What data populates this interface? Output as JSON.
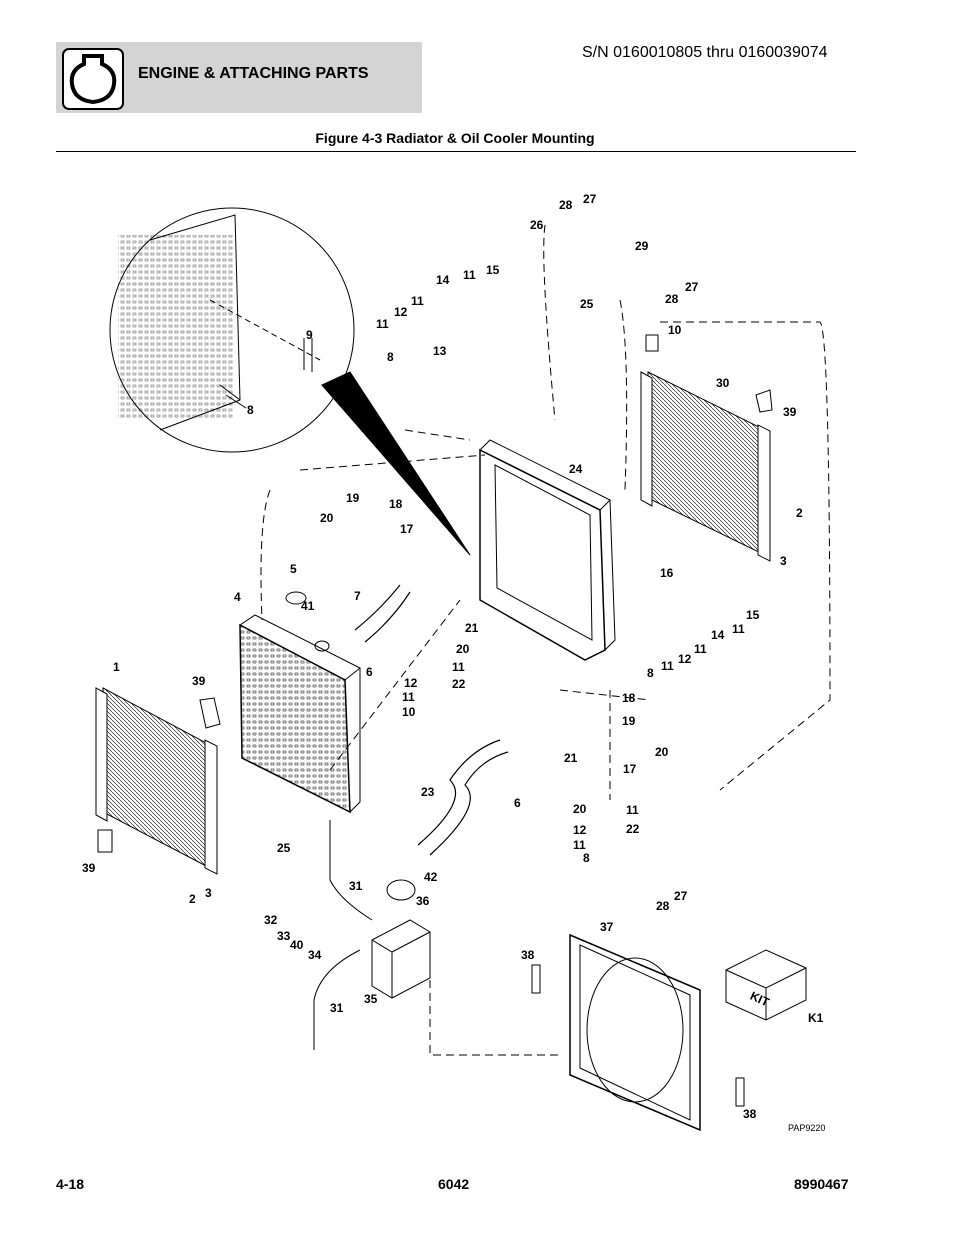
{
  "header": {
    "section_title": "ENGINE & ATTACHING PARTS",
    "serial_range": "S/N 0160010805 thru 0160039074",
    "icon": "engine-icon"
  },
  "figure": {
    "title": "Figure 4-3 Radiator & Oil Cooler Mounting",
    "drawing_number": "PAP9220",
    "kit_label": "KIT"
  },
  "callouts": [
    {
      "label": "28"
    },
    {
      "label": "27"
    },
    {
      "label": "26"
    },
    {
      "label": "29"
    },
    {
      "label": "27"
    },
    {
      "label": "28"
    },
    {
      "label": "25"
    },
    {
      "label": "14"
    },
    {
      "label": "11"
    },
    {
      "label": "15"
    },
    {
      "label": "11"
    },
    {
      "label": "12"
    },
    {
      "label": "11"
    },
    {
      "label": "8"
    },
    {
      "label": "13"
    },
    {
      "label": "10"
    },
    {
      "label": "30"
    },
    {
      "label": "39"
    },
    {
      "label": "9"
    },
    {
      "label": "8"
    },
    {
      "label": "24"
    },
    {
      "label": "19"
    },
    {
      "label": "18"
    },
    {
      "label": "20"
    },
    {
      "label": "17"
    },
    {
      "label": "2"
    },
    {
      "label": "3"
    },
    {
      "label": "5"
    },
    {
      "label": "4"
    },
    {
      "label": "41"
    },
    {
      "label": "7"
    },
    {
      "label": "16"
    },
    {
      "label": "15"
    },
    {
      "label": "14"
    },
    {
      "label": "11"
    },
    {
      "label": "11"
    },
    {
      "label": "12"
    },
    {
      "label": "8"
    },
    {
      "label": "11"
    },
    {
      "label": "21"
    },
    {
      "label": "20"
    },
    {
      "label": "6"
    },
    {
      "label": "1"
    },
    {
      "label": "11"
    },
    {
      "label": "39"
    },
    {
      "label": "12"
    },
    {
      "label": "22"
    },
    {
      "label": "11"
    },
    {
      "label": "10"
    },
    {
      "label": "18"
    },
    {
      "label": "19"
    },
    {
      "label": "20"
    },
    {
      "label": "21"
    },
    {
      "label": "17"
    },
    {
      "label": "23"
    },
    {
      "label": "6"
    },
    {
      "label": "20"
    },
    {
      "label": "11"
    },
    {
      "label": "12"
    },
    {
      "label": "22"
    },
    {
      "label": "11"
    },
    {
      "label": "8"
    },
    {
      "label": "25"
    },
    {
      "label": "39"
    },
    {
      "label": "42"
    },
    {
      "label": "2"
    },
    {
      "label": "3"
    },
    {
      "label": "31"
    },
    {
      "label": "36"
    },
    {
      "label": "27"
    },
    {
      "label": "28"
    },
    {
      "label": "32"
    },
    {
      "label": "33"
    },
    {
      "label": "40"
    },
    {
      "label": "34"
    },
    {
      "label": "37"
    },
    {
      "label": "38"
    },
    {
      "label": "35"
    },
    {
      "label": "31"
    },
    {
      "label": "K1"
    },
    {
      "label": "38"
    }
  ],
  "footer": {
    "page_number": "4-18",
    "model": "6042",
    "manual_number": "8990467"
  }
}
